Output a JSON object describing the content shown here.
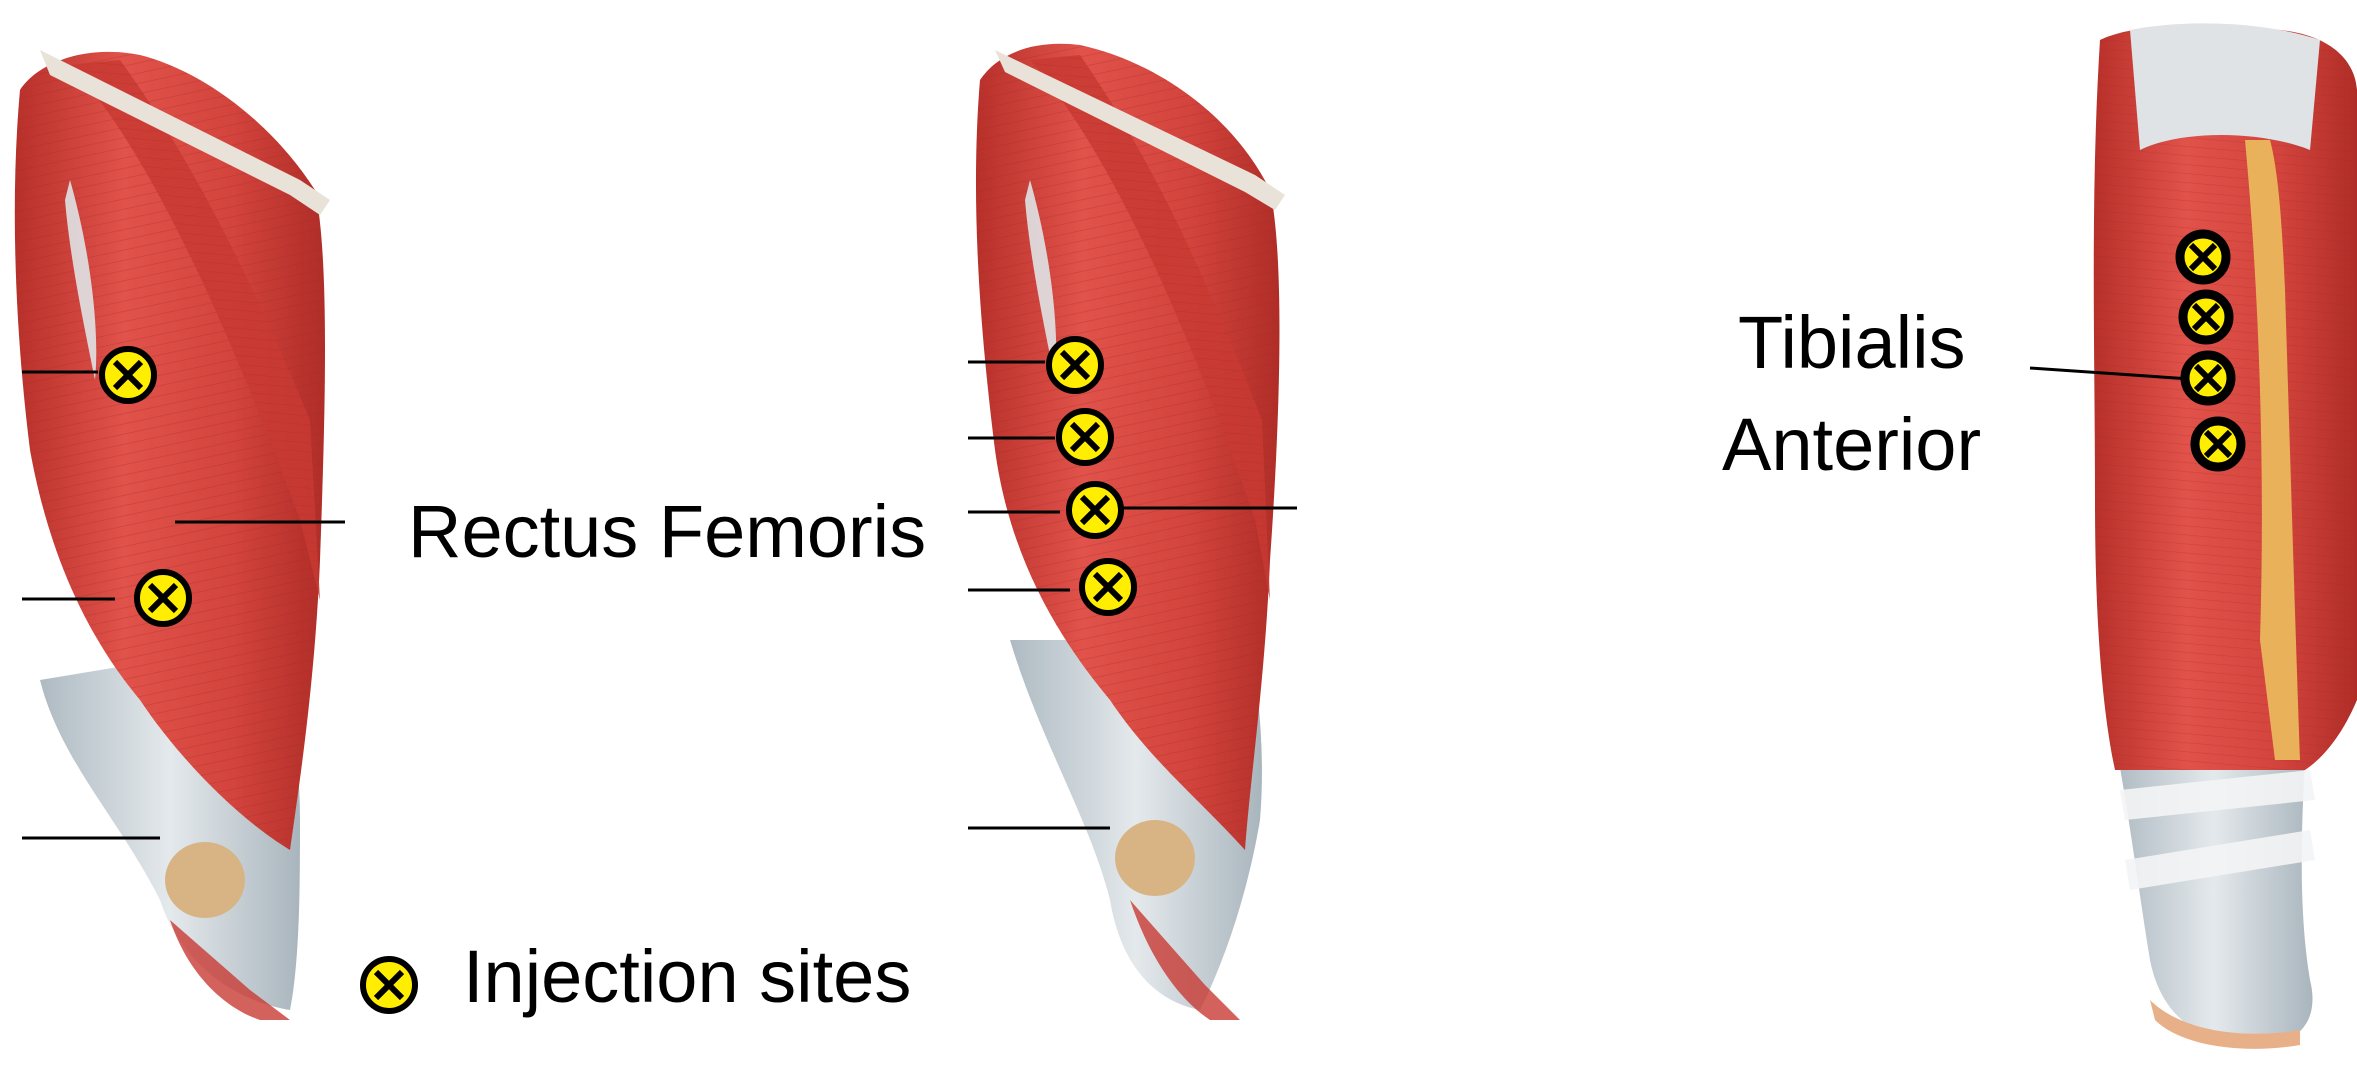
{
  "labels": {
    "rectus_femoris": "Rectus Femoris",
    "tibialis_line1": "Tibialis",
    "tibialis_line2": "Anterior"
  },
  "legend": {
    "label": "Injection sites",
    "marker_icon": "injection-site-marker-icon"
  },
  "colors": {
    "muscle_red": "#d8463f",
    "muscle_dark": "#a8251f",
    "tendon_gray": "#c7d0d6",
    "patella_tan": "#d8b484",
    "marker_fill": "#ffee00",
    "marker_stroke": "#000000",
    "tibia_orange": "#e9b25a"
  },
  "panels": [
    {
      "name": "left-thigh",
      "injection_sites": 2,
      "pointer_lines": 3
    },
    {
      "name": "middle-thigh",
      "injection_sites": 4,
      "pointer_lines": 5
    },
    {
      "name": "lower-leg",
      "injection_sites": 4,
      "pointer_lines": 1
    }
  ]
}
